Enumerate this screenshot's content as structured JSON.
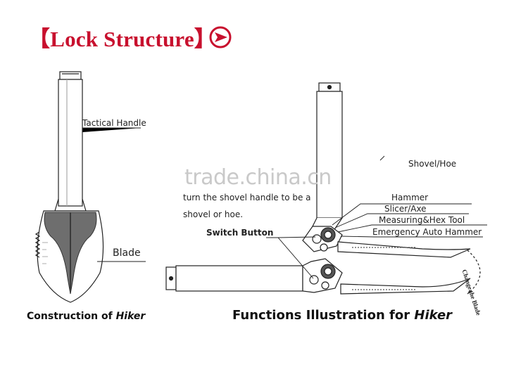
{
  "title": "【Lock Structure】",
  "title_icon": "play-circle-icon",
  "colors": {
    "accent": "#c8102e",
    "blade_gray": "#6e6e6e",
    "watermark": "#c9c9c9"
  },
  "watermark": "trade.china.cn",
  "left_labels": {
    "tactical_handle": "Tactical Handle",
    "blade": "Blade"
  },
  "left_caption": {
    "prefix": "Construction of ",
    "name": "Hiker"
  },
  "right_caption": {
    "prefix": "Functions Illustration for ",
    "name": "Hiker"
  },
  "description": {
    "line1": "turn the shovel handle to be a",
    "line2": "shovel or hoe."
  },
  "switch_button": "Switch Button",
  "tools": [
    "Shovel/Hoe",
    "Hammer",
    "Slicer/Axe",
    "Measuring&Hex Tool",
    "Emergency Auto Hammer"
  ],
  "change_blade": "Change the Blade"
}
